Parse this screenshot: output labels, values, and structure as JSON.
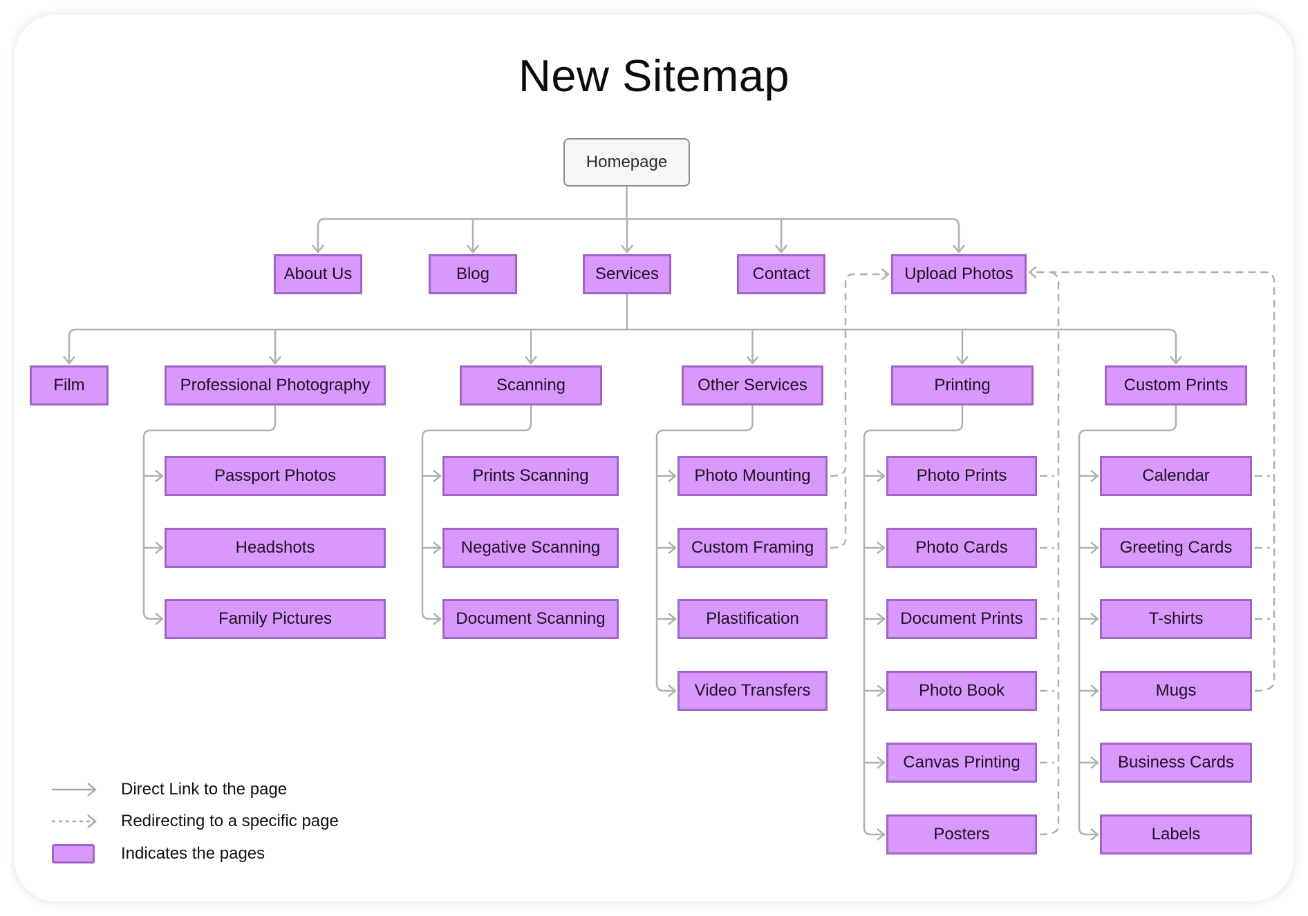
{
  "title": "New Sitemap",
  "homepage": "Homepage",
  "level1": [
    "About Us",
    "Blog",
    "Services",
    "Contact",
    "Upload Photos"
  ],
  "services": [
    "Film",
    "Professional Photography",
    "Scanning",
    "Other Services",
    "Printing",
    "Custom Prints"
  ],
  "professional_photography": [
    "Passport Photos",
    "Headshots",
    "Family Pictures"
  ],
  "scanning": [
    "Prints Scanning",
    "Negative Scanning",
    "Document Scanning"
  ],
  "other_services": [
    "Photo Mounting",
    "Custom Framing",
    "Plastification",
    "Video Transfers"
  ],
  "printing": [
    "Photo Prints",
    "Photo Cards",
    "Document Prints",
    "Photo Book",
    "Canvas Printing",
    "Posters"
  ],
  "custom_prints": [
    "Calendar",
    "Greeting Cards",
    "T-shirts",
    "Mugs",
    "Business Cards",
    "Labels"
  ],
  "legend": {
    "direct": "Direct Link to the page",
    "redirect": "Redirecting to a specific page",
    "pages": "Indicates the pages"
  },
  "colors": {
    "page_fill": "#d998fb",
    "page_border": "#a265c7",
    "link": "#b0b0b0"
  }
}
